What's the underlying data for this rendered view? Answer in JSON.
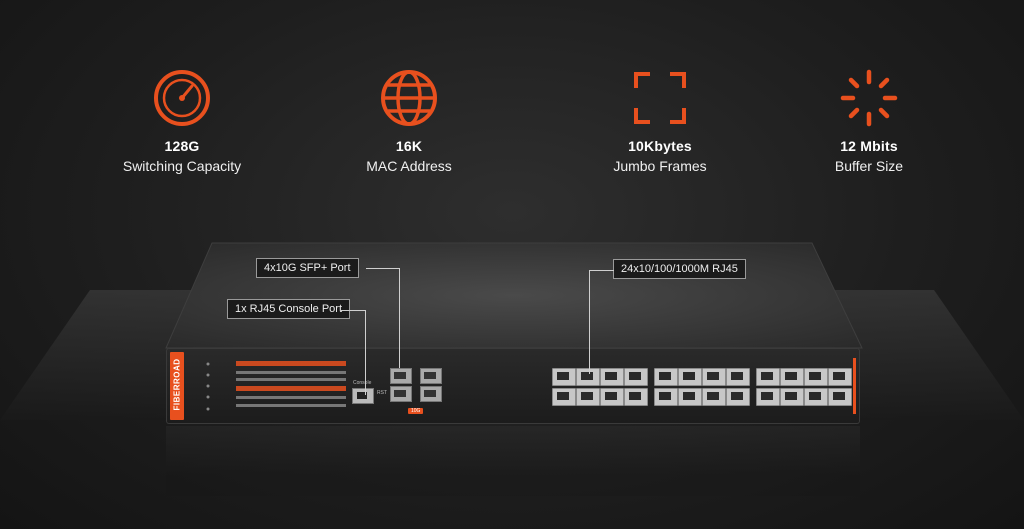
{
  "features": [
    {
      "icon": "speedometer-icon",
      "value": "128G",
      "label": "Switching Capacity"
    },
    {
      "icon": "globe-icon",
      "value": "16K",
      "label": "MAC Address"
    },
    {
      "icon": "frame-corners-icon",
      "value": "10Kbytes",
      "label": "Jumbo Frames"
    },
    {
      "icon": "loading-spinner-icon",
      "value": "12 Mbits",
      "label": "Buffer Size"
    }
  ],
  "callouts": {
    "sfp": "4x10G SFP+ Port",
    "rj45": "24x10/100/1000M RJ45",
    "console": "1x RJ45 Console Port"
  },
  "device": {
    "brand": "FIBERROAD",
    "console_label": "Console",
    "rst_label": "RST",
    "sfp_badge": "10G"
  },
  "colors": {
    "accent": "#e8501e",
    "background": "#1e1e1e"
  }
}
